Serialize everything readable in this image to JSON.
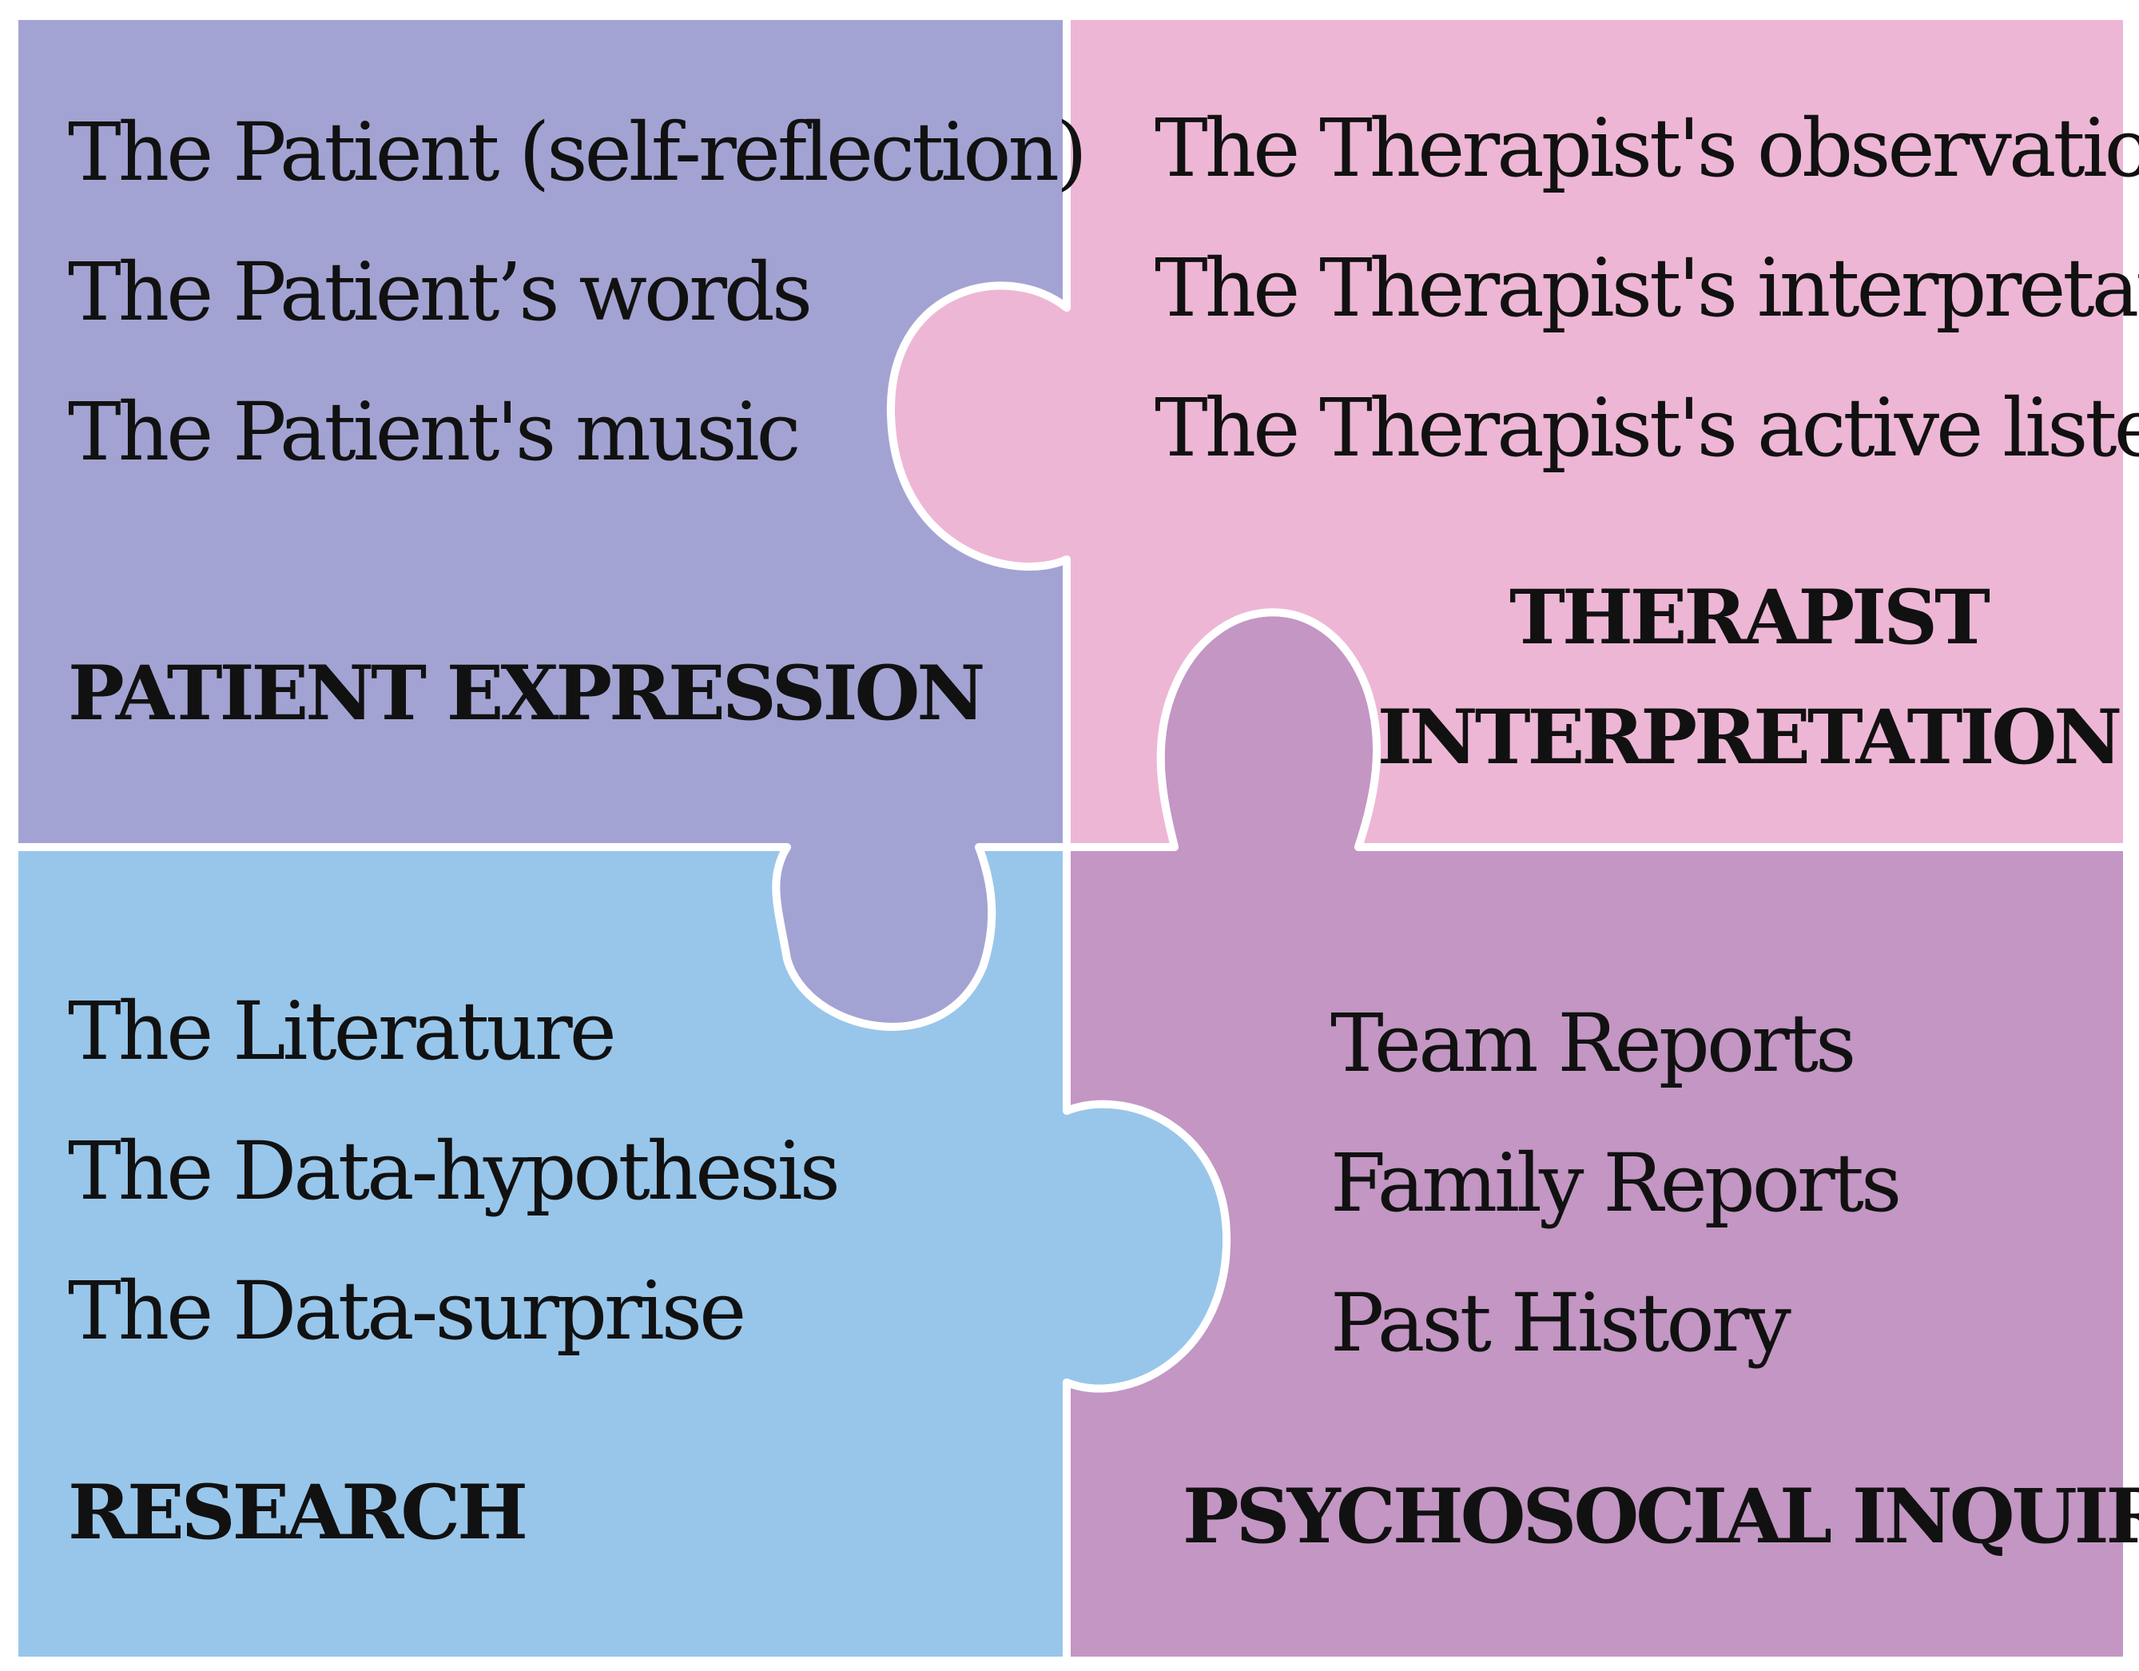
{
  "colors": {
    "patient_expression": "#a3a3d3",
    "therapist_interpretation": "#eeb6d5",
    "research": "#98c6ea",
    "psychosocial_inquiry": "#c396c4",
    "outline": "#ffffff",
    "text": "#111111"
  },
  "pieces": {
    "patient_expression": {
      "items": [
        "The Patient (self-reflection)",
        "The Patient’s words",
        "The Patient's music"
      ],
      "heading": "PATIENT EXPRESSION"
    },
    "therapist_interpretation": {
      "items": [
        "The Therapist's observation",
        "The Therapist's interpretation",
        "The Therapist's active listening"
      ],
      "heading_line1": "THERAPIST",
      "heading_line2": "INTERPRETATION"
    },
    "research": {
      "items": [
        "The Literature",
        "The Data-hypothesis",
        "The Data-surprise"
      ],
      "heading": "RESEARCH"
    },
    "psychosocial_inquiry": {
      "items": [
        "Team Reports",
        "Family Reports",
        "Past History"
      ],
      "heading": "PSYCHOSOCIAL INQUIRY"
    }
  }
}
